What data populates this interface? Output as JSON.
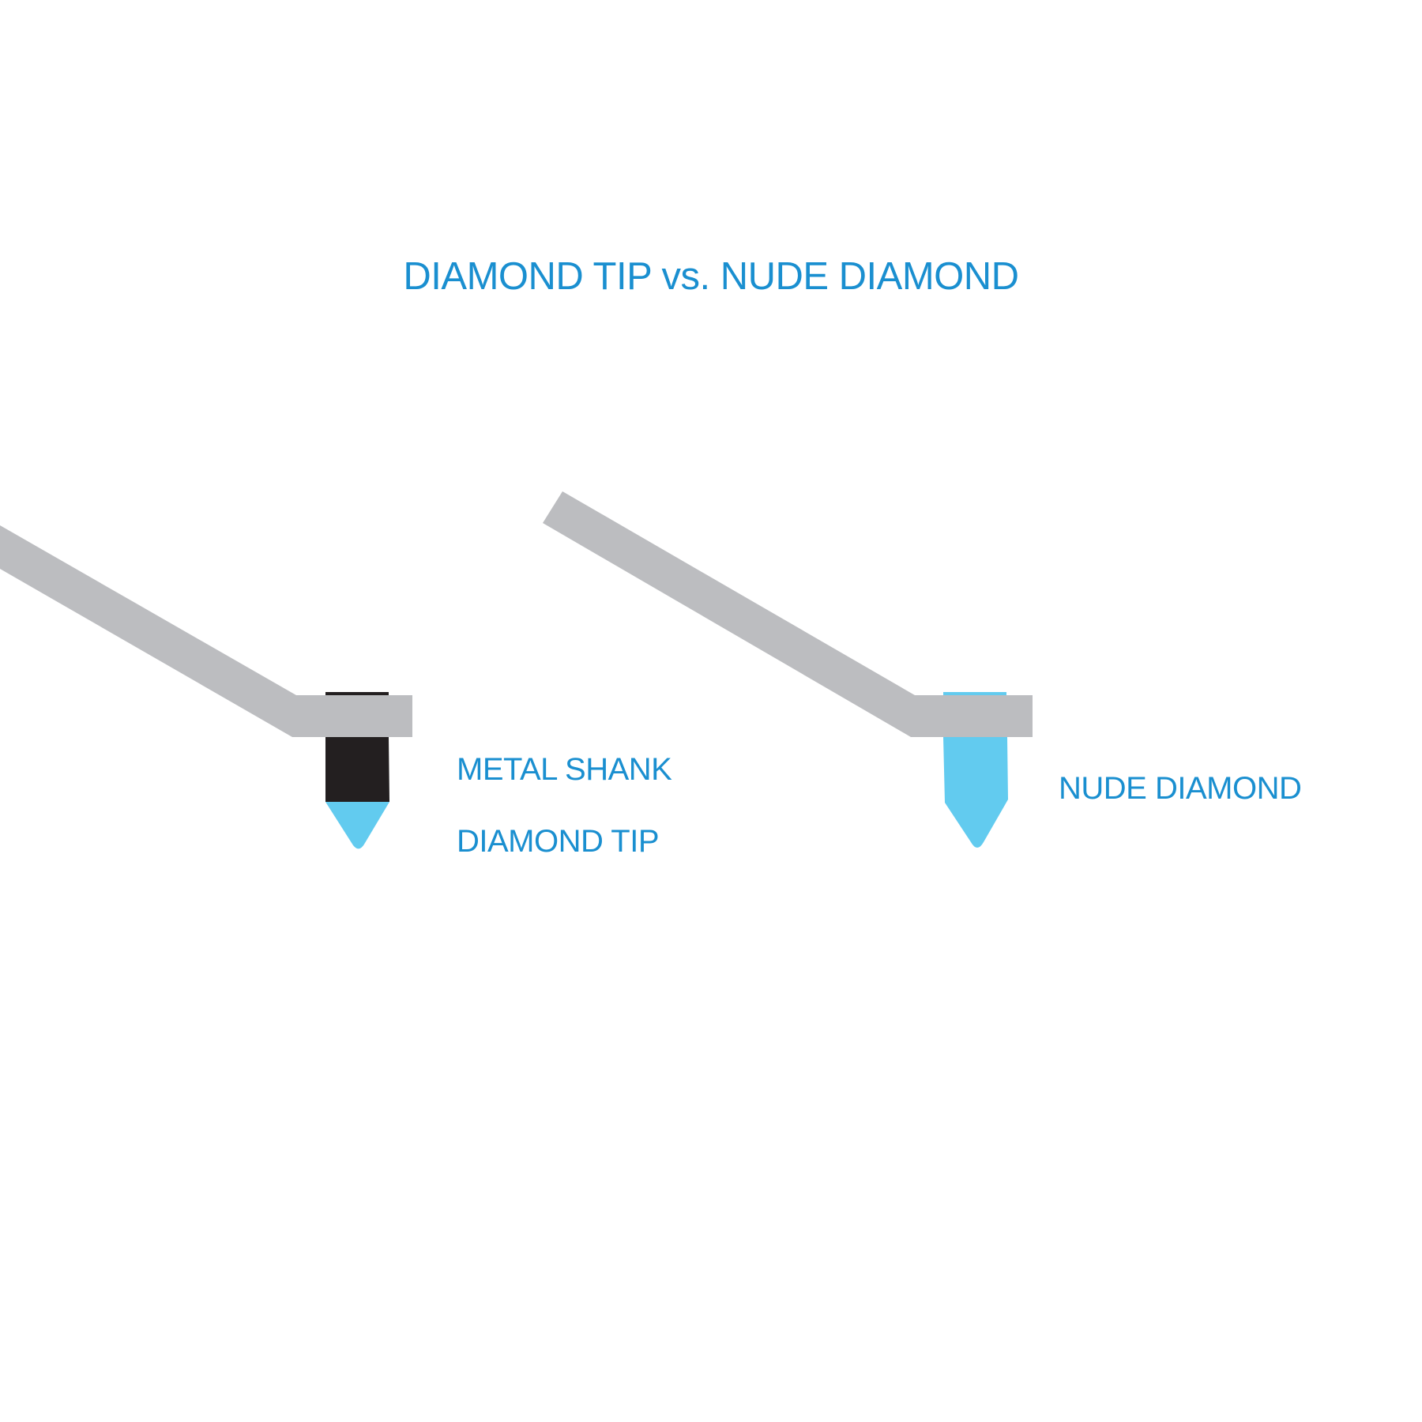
{
  "title": "DIAMOND TIP vs. NUDE DIAMOND",
  "labels": {
    "metal_shank": "METAL SHANK",
    "diamond_tip": "DIAMOND TIP",
    "nude_diamond": "NUDE DIAMOND"
  },
  "colors": {
    "text": "#1a8fd0",
    "cantilever": "#bcbdc0",
    "metal_shank": "#231f20",
    "diamond": "#62cbef",
    "background": "#ffffff"
  }
}
